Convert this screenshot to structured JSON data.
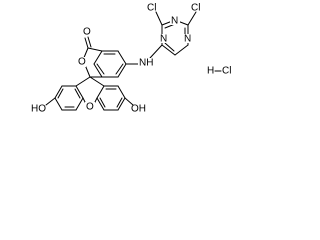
{
  "structure": {
    "atom_labels": {
      "cl_top_left": "Cl",
      "cl_top_right": "Cl",
      "triazine_n_upper": "N",
      "triazine_n_right": "N",
      "triazine_n_lower": "N",
      "amine": "NH",
      "carbonyl_o": "O",
      "lactone_o": "O",
      "xanthene_o": "O",
      "hydroxyl_left": "HO",
      "hydroxyl_right": "OH"
    },
    "salt": {
      "h": "H",
      "cl": "Cl"
    }
  }
}
